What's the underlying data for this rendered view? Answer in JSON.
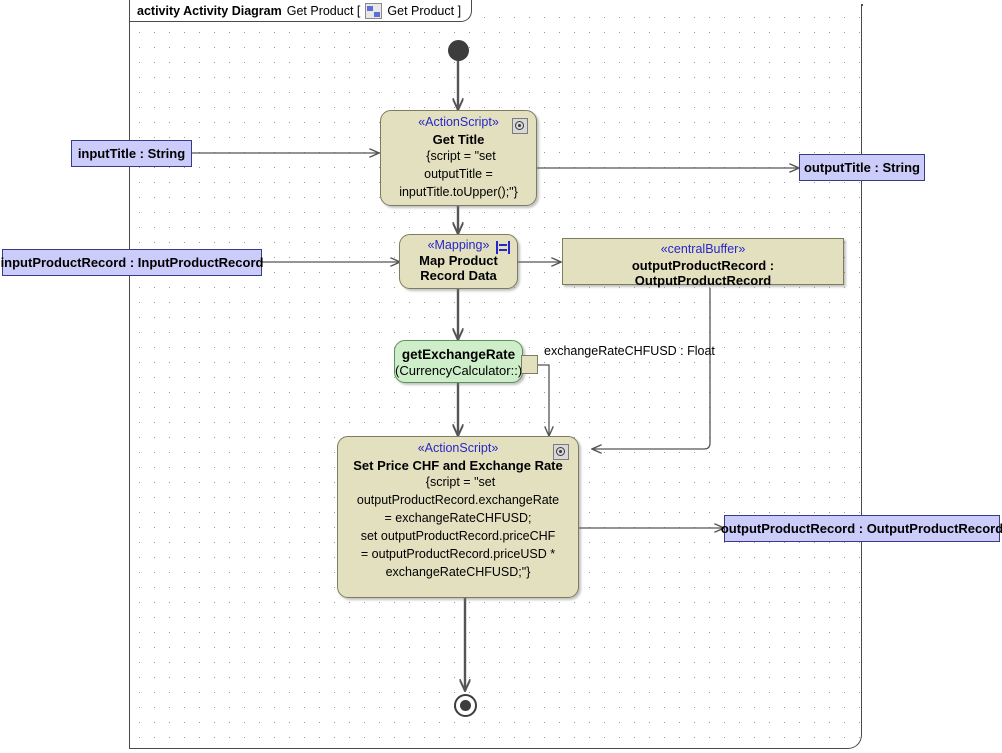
{
  "frame": {
    "keyword": "activity Activity Diagram",
    "name": "Get Product [",
    "icon": "activity-diagram-icon",
    "inner_name": "Get Product ]"
  },
  "nodes": {
    "initial": {
      "name": "initial-node"
    },
    "final": {
      "name": "activity-final-node"
    },
    "get_title": {
      "stereotype": "«ActionScript»",
      "title": "Get Title",
      "badge": "action-script-icon",
      "body": "{script = \"set\noutputTitle =\ninputTitle.toUpper();\"}"
    },
    "map_product": {
      "stereotype": "«Mapping»",
      "badge": "mapping-icon",
      "title_line1": "Map Product",
      "title_line2": "Record Data"
    },
    "central_buffer": {
      "stereotype": "«centralBuffer»",
      "name": "outputProductRecord : OutputProductRecord"
    },
    "get_exchange_rate": {
      "name": "getExchangeRate",
      "qualifier": "(CurrencyCalculator::)",
      "pin_label": "exchangeRateCHFUSD : Float"
    },
    "set_price": {
      "stereotype": "«ActionScript»",
      "title": "Set Price CHF and Exchange Rate",
      "badge": "action-script-icon",
      "body": "{script = \"set\noutputProductRecord.exchangeRate\n = exchangeRateCHFUSD;\nset outputProductRecord.priceCHF\n= outputProductRecord.priceUSD *\nexchangeRateCHFUSD;\"}"
    }
  },
  "parameters": {
    "input_title": "inputTitle : String",
    "input_product_record": "inputProductRecord : InputProductRecord",
    "output_title": "outputTitle : String",
    "output_product_record": "outputProductRecord : OutputProductRecord"
  },
  "colors": {
    "action_fill": "#e3e0c0",
    "action_border": "#7e7c5e",
    "call_fill": "#cdeec9",
    "call_border": "#5f8f5c",
    "param_fill": "#ccccfa",
    "param_border": "#3a3a8a",
    "stereotype_text": "#2727c8",
    "edge": "#555555",
    "frame_border": "#4a4a4a"
  }
}
